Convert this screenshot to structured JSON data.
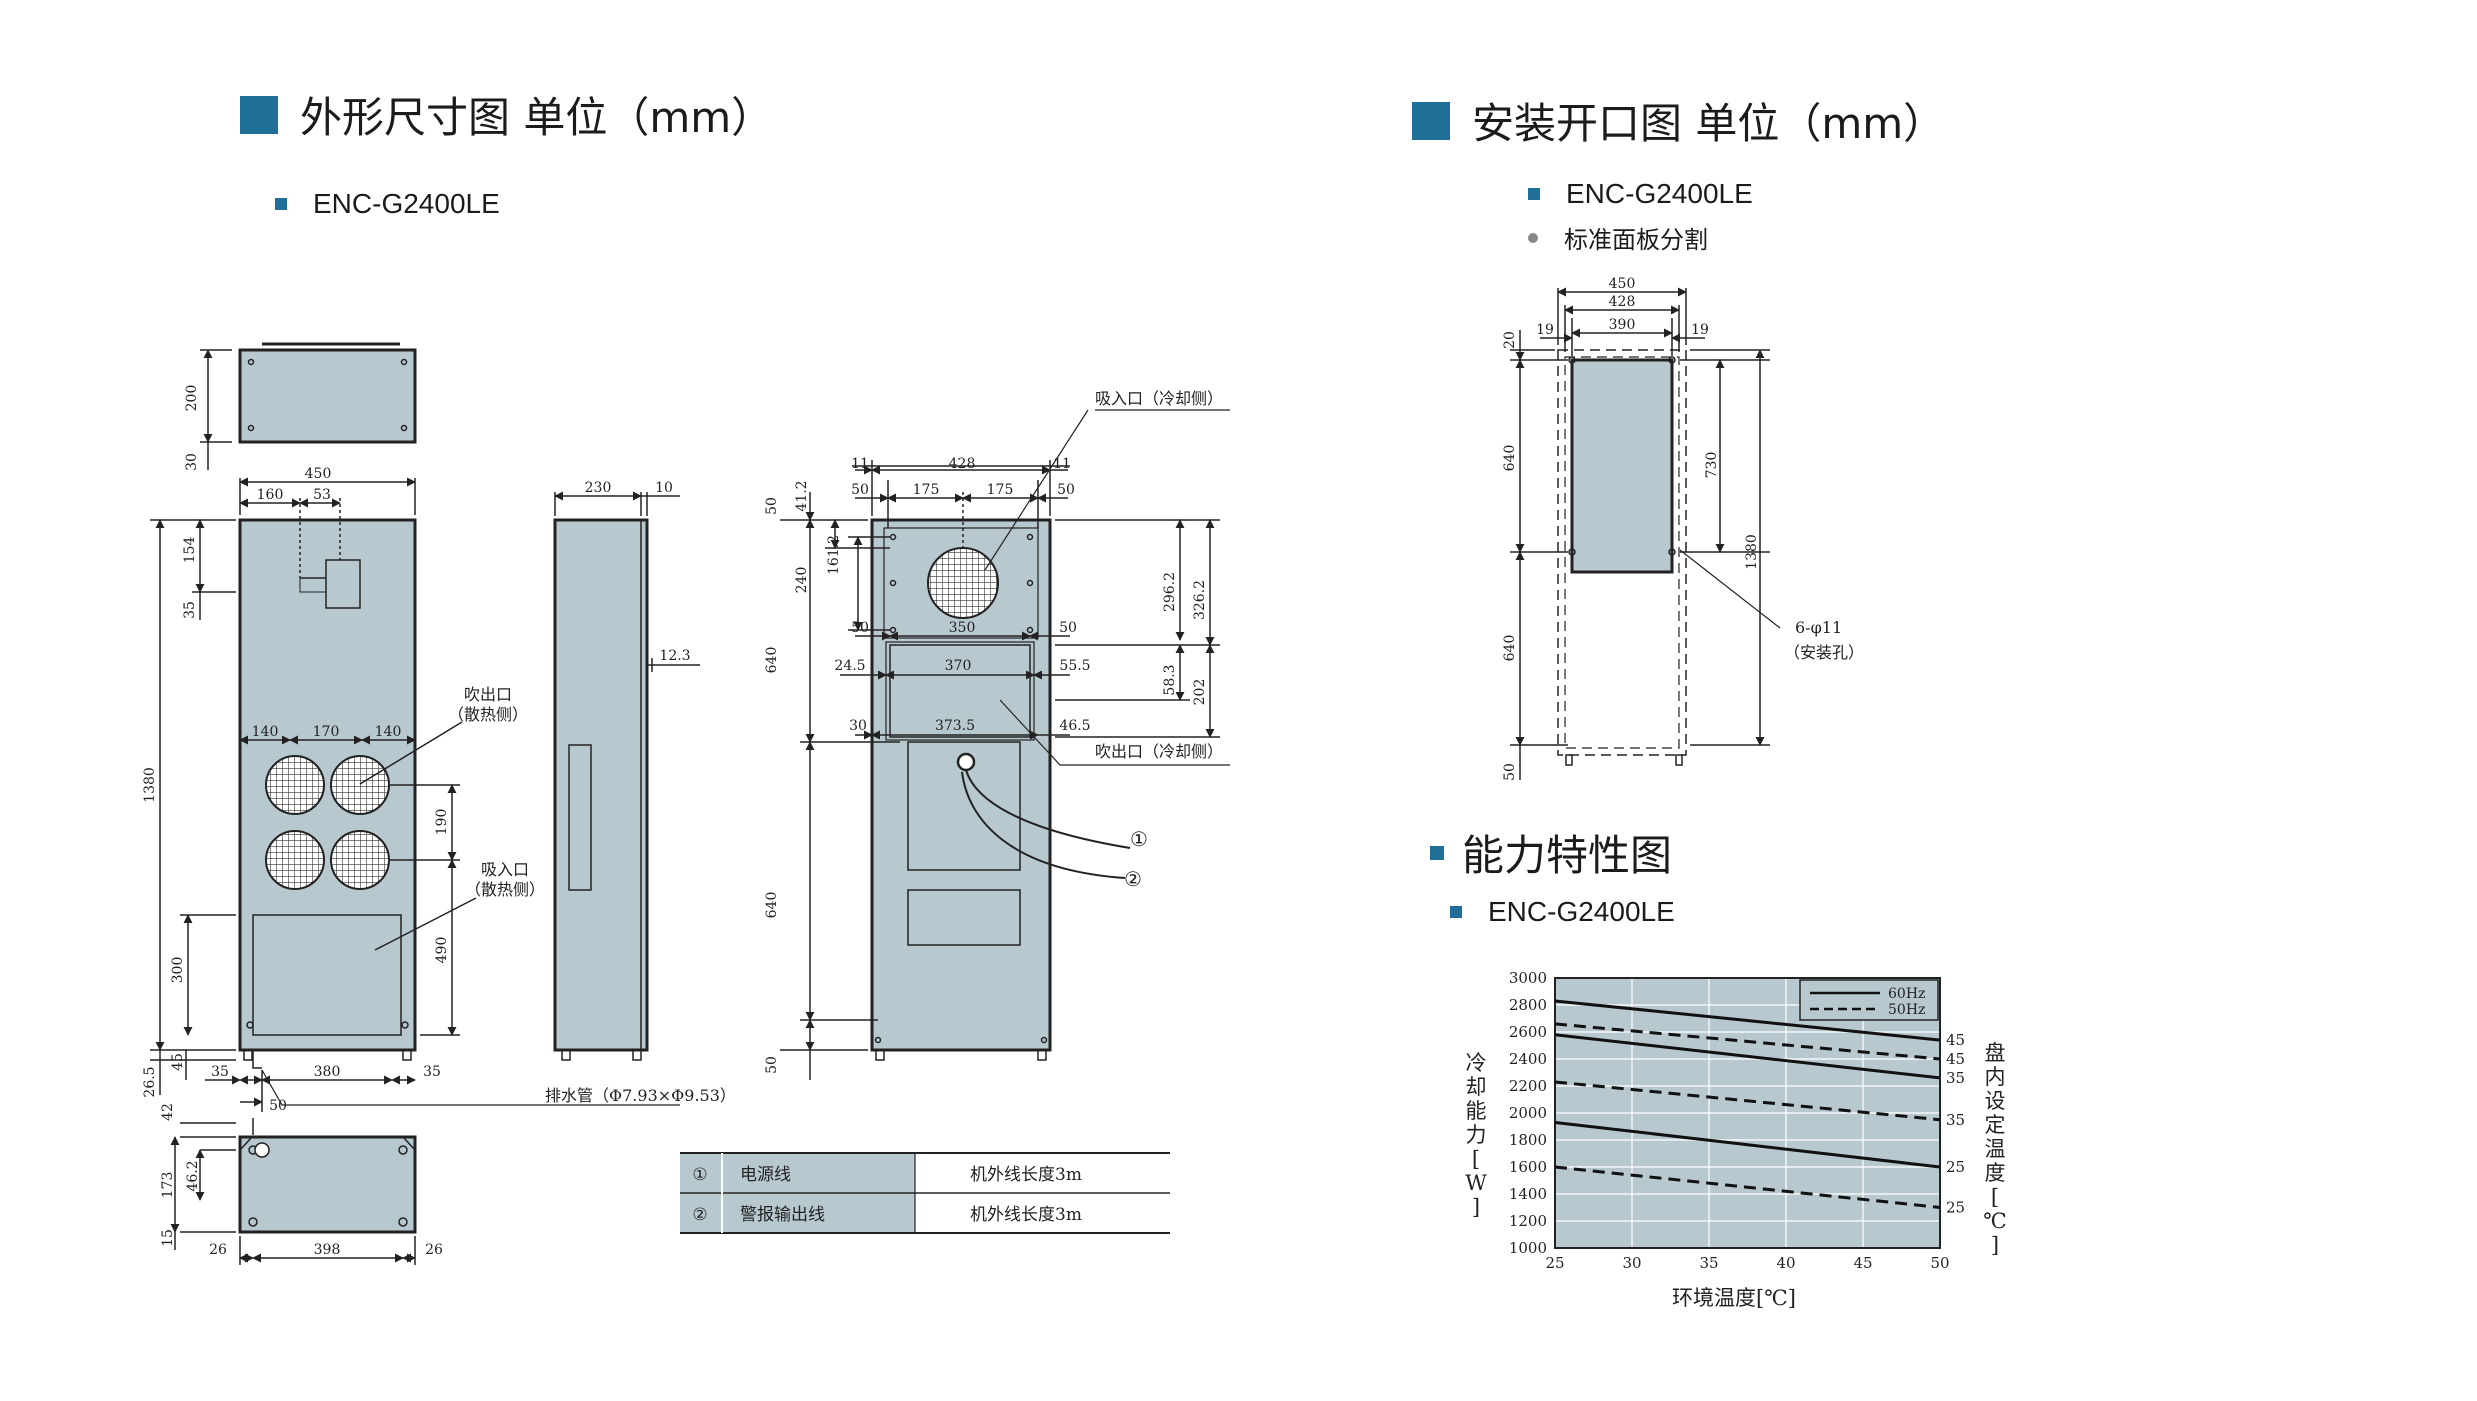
{
  "left_section": {
    "title": "外形尺寸图 单位（mm）",
    "model": "ENC-G2400LE"
  },
  "right_top_section": {
    "title": "安装开口图 单位（mm）",
    "model": "ENC-G2400LE",
    "note": "标准面板分割"
  },
  "capability_section": {
    "title": "能力特性图",
    "model": "ENC-G2400LE"
  },
  "top_view": {
    "dims": {
      "h200": "200",
      "h30": "30"
    }
  },
  "front_view": {
    "dims": {
      "w450": "450",
      "w160": "160",
      "w53": "53",
      "h154": "154",
      "h35": "35",
      "w140a": "140",
      "w170": "170",
      "w140b": "140",
      "h1380": "1380",
      "h190": "190",
      "h300": "300",
      "h490": "490",
      "h26_5": "26.5",
      "h45": "45",
      "w35a": "35",
      "w380": "380",
      "w35b": "35",
      "w50": "50"
    },
    "labels": {
      "outlet_hot": "吹出口",
      "outlet_hot_side": "（散热侧）",
      "inlet_hot": "吸入口",
      "inlet_hot_side": "（散热侧）",
      "drain": "排水管（Φ7.93×Φ9.53）"
    }
  },
  "side_view": {
    "dims": {
      "w230": "230",
      "w10": "10",
      "w12_3": "12.3"
    }
  },
  "bottom_view": {
    "dims": {
      "h42": "42",
      "h173": "173",
      "h46_2": "46.2",
      "h15": "15",
      "w26a": "26",
      "w398": "398",
      "w26b": "26"
    }
  },
  "rear_view": {
    "dims": {
      "w11a": "11",
      "w428": "428",
      "w11b": "11",
      "w50a": "50",
      "w175a": "175",
      "w175b": "175",
      "w50b": "50",
      "h50top": "50",
      "h41_2": "41.2",
      "h161_2": "161.2",
      "h240": "240",
      "h640a": "640",
      "h640b": "640",
      "h50bot": "50",
      "w50c": "50",
      "w350": "350",
      "w50d": "50",
      "w24_5": "24.5",
      "w370": "370",
      "w55_5": "55.5",
      "w30": "30",
      "w373_5": "373.5",
      "w46_5": "46.5",
      "h296_2": "296.2",
      "h326_2": "326.2",
      "h58_3": "58.3",
      "h202": "202"
    },
    "labels": {
      "inlet_cool": "吸入口（冷却侧）",
      "outlet_cool": "吹出口（冷却侧）",
      "cable1": "①",
      "cable2": "②"
    }
  },
  "cable_table": {
    "rows": [
      {
        "no": "①",
        "name": "电源线",
        "length": "机外线长度3m"
      },
      {
        "no": "②",
        "name": "警报输出线",
        "length": "机外线长度3m"
      }
    ]
  },
  "cutout": {
    "dims": {
      "w450": "450",
      "w428": "428",
      "w390": "390",
      "w19a": "19",
      "w19b": "19",
      "h20": "20",
      "h640a": "640",
      "h640b": "640",
      "h50": "50",
      "h730": "730",
      "h1380": "1380"
    },
    "labels": {
      "holes": "6-φ11",
      "holes_note": "（安装孔）"
    }
  },
  "chart_data": {
    "type": "line",
    "xlabel": "环境温度[℃]",
    "ylabel": "冷却能力[W]",
    "y2label": "盘内设定温度[℃]",
    "xlim": [
      25,
      50
    ],
    "ylim": [
      1000,
      3000
    ],
    "xticks": [
      25,
      30,
      35,
      40,
      45,
      50
    ],
    "yticks": [
      1000,
      1200,
      1400,
      1600,
      1800,
      2000,
      2200,
      2400,
      2600,
      2800,
      3000
    ],
    "grid": true,
    "legend_position": "top-right",
    "legend": [
      "60Hz",
      "50Hz"
    ],
    "series": [
      {
        "name": "60Hz",
        "set_temp": "45",
        "x": [
          25,
          50
        ],
        "y": [
          2830,
          2540
        ]
      },
      {
        "name": "50Hz",
        "set_temp": "45",
        "x": [
          25,
          50
        ],
        "y": [
          2660,
          2400
        ]
      },
      {
        "name": "60Hz",
        "set_temp": "35",
        "x": [
          25,
          50
        ],
        "y": [
          2580,
          2260
        ]
      },
      {
        "name": "50Hz",
        "set_temp": "35",
        "x": [
          25,
          50
        ],
        "y": [
          2230,
          1950
        ]
      },
      {
        "name": "60Hz",
        "set_temp": "25",
        "x": [
          25,
          50
        ],
        "y": [
          1930,
          1600
        ]
      },
      {
        "name": "50Hz",
        "set_temp": "25",
        "x": [
          25,
          50
        ],
        "y": [
          1600,
          1300
        ]
      }
    ],
    "right_labels": [
      "45",
      "45",
      "35",
      "35",
      "25",
      "25"
    ]
  },
  "colors": {
    "accent": "#1f6f99",
    "panel": "#b8c8cf",
    "line": "#222222"
  }
}
